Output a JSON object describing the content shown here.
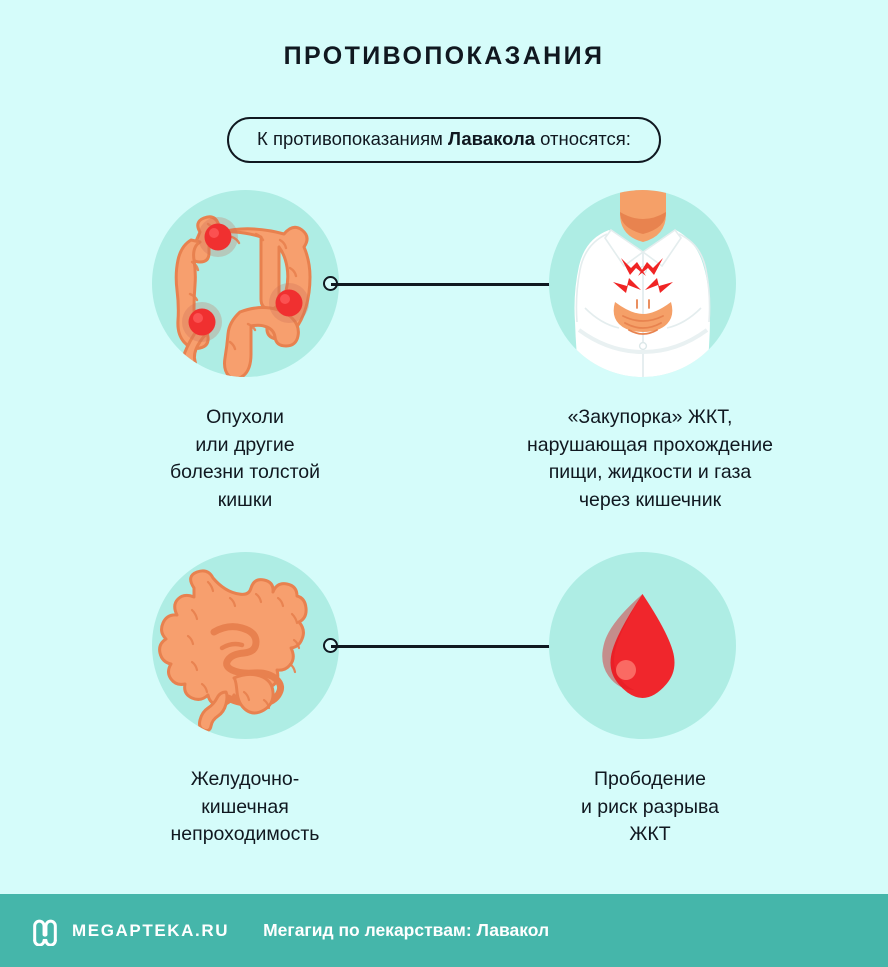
{
  "header": {
    "title": "ПРОТИВОПОКАЗАНИЯ",
    "pill_prefix": "К противопоказаниям ",
    "pill_drug": "Лавакола",
    "pill_suffix": " относятся:"
  },
  "items": [
    {
      "icon": "colon-with-tumors-icon",
      "caption": "Опухоли\nили другие\nболезни толстой\nкишки"
    },
    {
      "icon": "person-abdominal-pain-icon",
      "caption": "«Закупорка» ЖКТ,\nнарушающая прохождение\nпищи, жидкости и газа\nчерез кишечник"
    },
    {
      "icon": "intestines-icon",
      "caption": "Желудочно-\nкишечная\nнепроходимость"
    },
    {
      "icon": "blood-drop-icon",
      "caption": "Прободение\nи риск разрыва\nЖКТ"
    }
  ],
  "footer": {
    "logo_icon": "megapteka-m-logo-icon",
    "brand": "MEGAPTEKA.RU",
    "caption": "Мегагид по лекарствам: Лавакол"
  },
  "colors": {
    "background": "#D5FCFA",
    "circle_fill": "#AEEDE4",
    "organ": "#F79F6E",
    "organ_shade": "#E8814F",
    "tumor": "#F03030",
    "blood": "#F0262C",
    "footer_teal": "#45B6AA",
    "ink": "#101820",
    "skin": "#F5A068",
    "shirt": "#FFFFFF"
  }
}
